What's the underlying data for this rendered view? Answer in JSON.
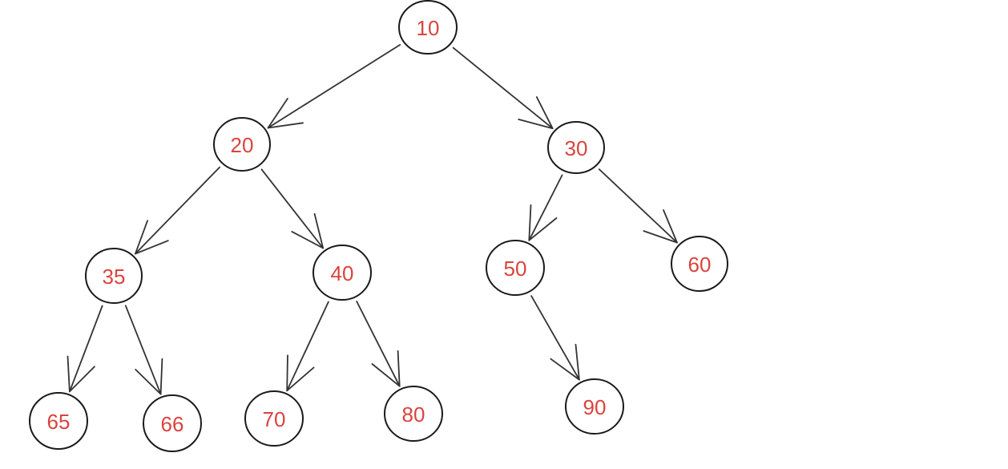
{
  "diagram": {
    "type": "binary-tree",
    "colors": {
      "node_text": "#d9443f",
      "node_stroke": "#1a1a1a",
      "edge": "#333333",
      "background": "#ffffff"
    },
    "nodes": [
      {
        "id": "n10",
        "label": "10"
      },
      {
        "id": "n20",
        "label": "20"
      },
      {
        "id": "n30",
        "label": "30"
      },
      {
        "id": "n35",
        "label": "35"
      },
      {
        "id": "n40",
        "label": "40"
      },
      {
        "id": "n50",
        "label": "50"
      },
      {
        "id": "n60",
        "label": "60"
      },
      {
        "id": "n65",
        "label": "65"
      },
      {
        "id": "n66",
        "label": "66"
      },
      {
        "id": "n70",
        "label": "70"
      },
      {
        "id": "n80",
        "label": "80"
      },
      {
        "id": "n90",
        "label": "90"
      }
    ],
    "edges": [
      {
        "from": "n10",
        "to": "n20"
      },
      {
        "from": "n10",
        "to": "n30"
      },
      {
        "from": "n20",
        "to": "n35"
      },
      {
        "from": "n20",
        "to": "n40"
      },
      {
        "from": "n30",
        "to": "n50"
      },
      {
        "from": "n30",
        "to": "n60"
      },
      {
        "from": "n35",
        "to": "n65"
      },
      {
        "from": "n35",
        "to": "n66"
      },
      {
        "from": "n40",
        "to": "n70"
      },
      {
        "from": "n40",
        "to": "n80"
      },
      {
        "from": "n50",
        "to": "n90"
      }
    ]
  }
}
